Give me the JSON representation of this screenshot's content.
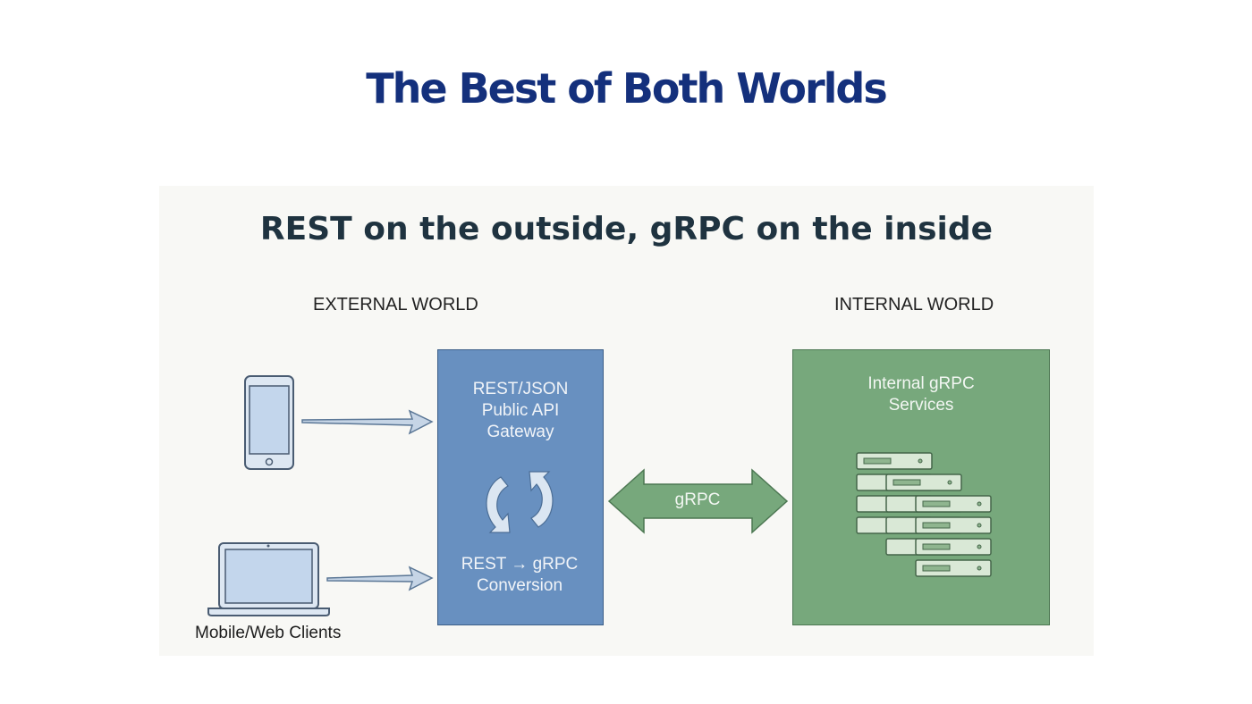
{
  "page": {
    "title": "The Best of Both Worlds"
  },
  "diagram": {
    "title": "REST on the outside, gRPC on the inside",
    "external_label": "EXTERNAL WORLD",
    "internal_label": "INTERNAL WORLD",
    "clients_label": "Mobile/Web Clients",
    "gateway": {
      "title_lines": [
        "REST/JSON",
        "Public API",
        "Gateway"
      ],
      "conversion_lines": [
        "REST → gRPC",
        "Conversion"
      ]
    },
    "services": {
      "title_lines": [
        "Internal gRPC",
        "Services"
      ]
    },
    "link_label": "gRPC",
    "icons": [
      "smartphone-icon",
      "laptop-icon",
      "sync-arrows-icon",
      "server-stack-icon",
      "double-arrow-icon"
    ],
    "colors": {
      "title": "#14307c",
      "gateway": "#6890c0",
      "services": "#77a87c",
      "arrow": "#6f8fb2",
      "device": "#c9d9ec"
    }
  }
}
